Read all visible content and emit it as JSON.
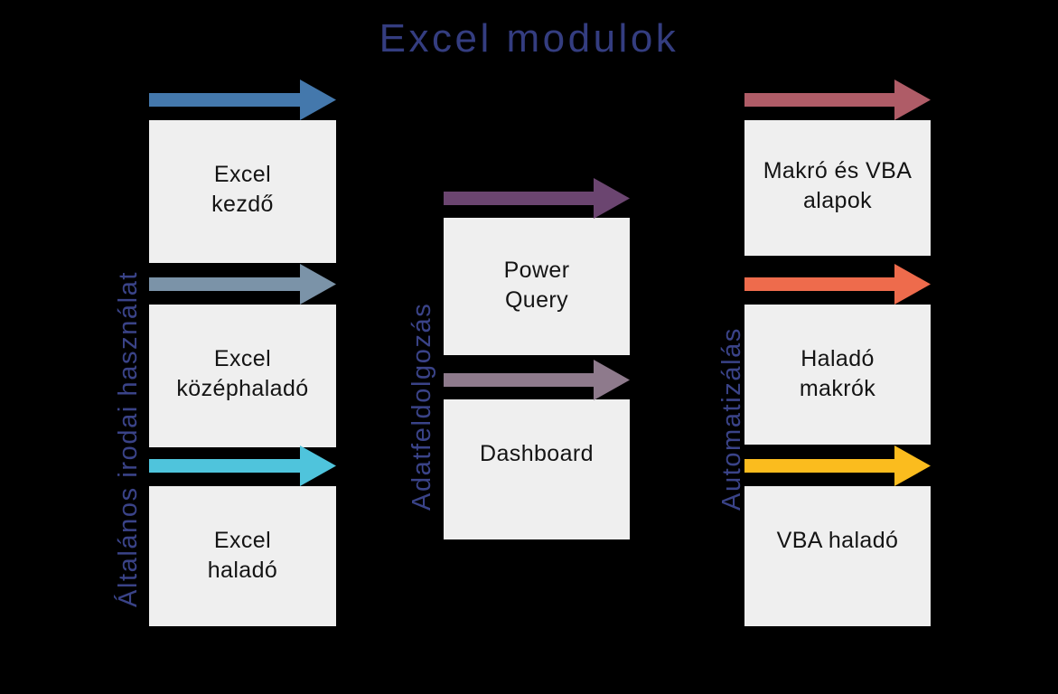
{
  "diagram": {
    "title": "Excel modulok",
    "background_color": "#000000",
    "title_color": "#343D80",
    "label_color": "#3A4388",
    "card_fill": "#EFEFEF",
    "card_text_color": "#141414"
  },
  "groups": [
    {
      "id": "group-general-office-use",
      "label": "Általános irodai használat",
      "cards": [
        {
          "id": "card-excel-kezdo",
          "label": "Excel\nkezdő",
          "arrow_color": "#4478AC"
        },
        {
          "id": "card-excel-kozephalado",
          "label": "Excel\nközéphaladó",
          "arrow_color": "#7B93A8"
        },
        {
          "id": "card-excel-halado",
          "label": "Excel\nhaladó",
          "arrow_color": "#4FC4DC"
        }
      ]
    },
    {
      "id": "group-data-processing",
      "label": "Adatfeldolgozás",
      "cards": [
        {
          "id": "card-power-query",
          "label": "Power\nQuery",
          "arrow_color": "#6B4570"
        },
        {
          "id": "card-dashboard",
          "label": "Dashboard",
          "arrow_color": "#8E7A8C"
        }
      ]
    },
    {
      "id": "group-automation",
      "label": "Automatizálás",
      "cards": [
        {
          "id": "card-makro-es-vba-alapok",
          "label": "Makró és VBA\nalapok",
          "arrow_color": "#AF5C67"
        },
        {
          "id": "card-halado-makrok",
          "label": "Haladó\nmakrók",
          "arrow_color": "#EE6B4C"
        },
        {
          "id": "card-vba-halado",
          "label": "VBA haladó",
          "arrow_color": "#FBBC1E"
        }
      ]
    }
  ]
}
